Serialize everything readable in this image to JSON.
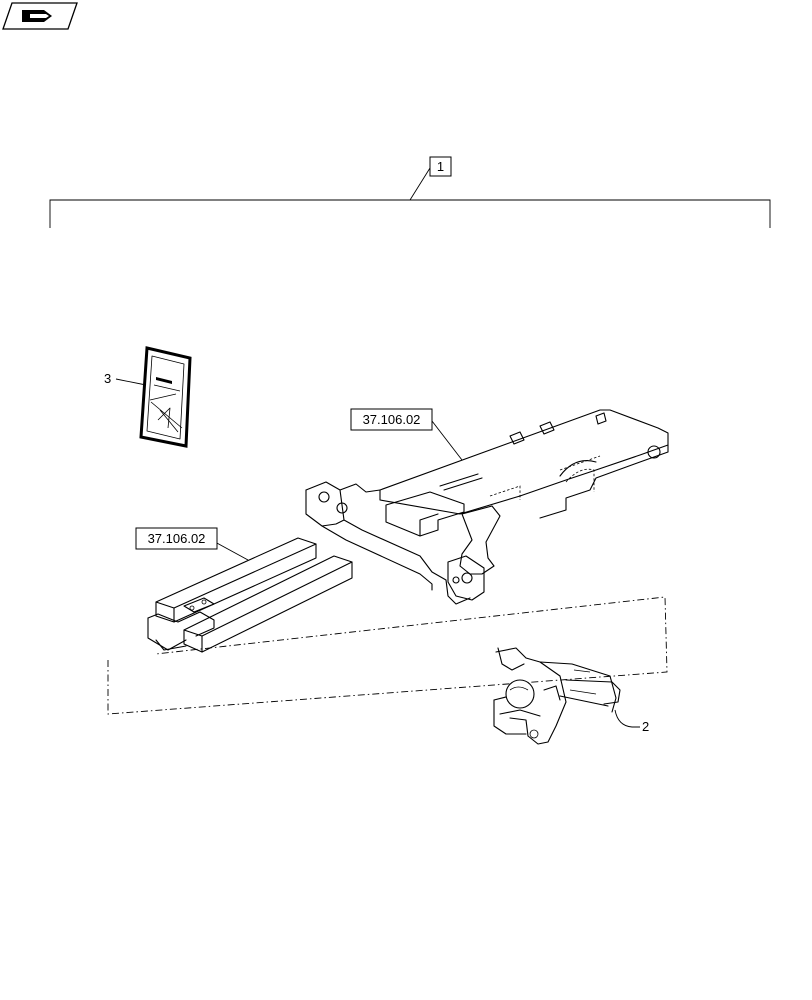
{
  "callouts": {
    "kit": "1",
    "coupling": "2",
    "manual": "3",
    "ref_frame": "37.106.02",
    "ref_rails": "37.106.02"
  },
  "icons": {
    "navigation": "next-page-icon"
  }
}
